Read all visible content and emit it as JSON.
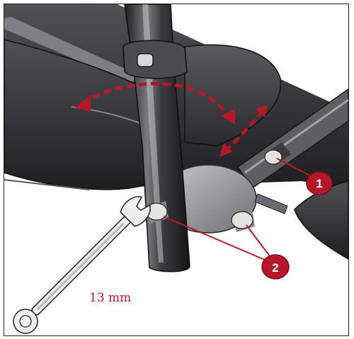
{
  "callouts": [
    {
      "id": "1",
      "label": "1"
    },
    {
      "id": "2",
      "label": "2"
    }
  ],
  "wrench": {
    "label": "13 mm"
  },
  "colors": {
    "accent": "#b5182a",
    "frame": "#3a3a3d",
    "frame_dark": "#232326",
    "highlight": "#9a9aa0",
    "bolt": "#e6e3dc"
  }
}
